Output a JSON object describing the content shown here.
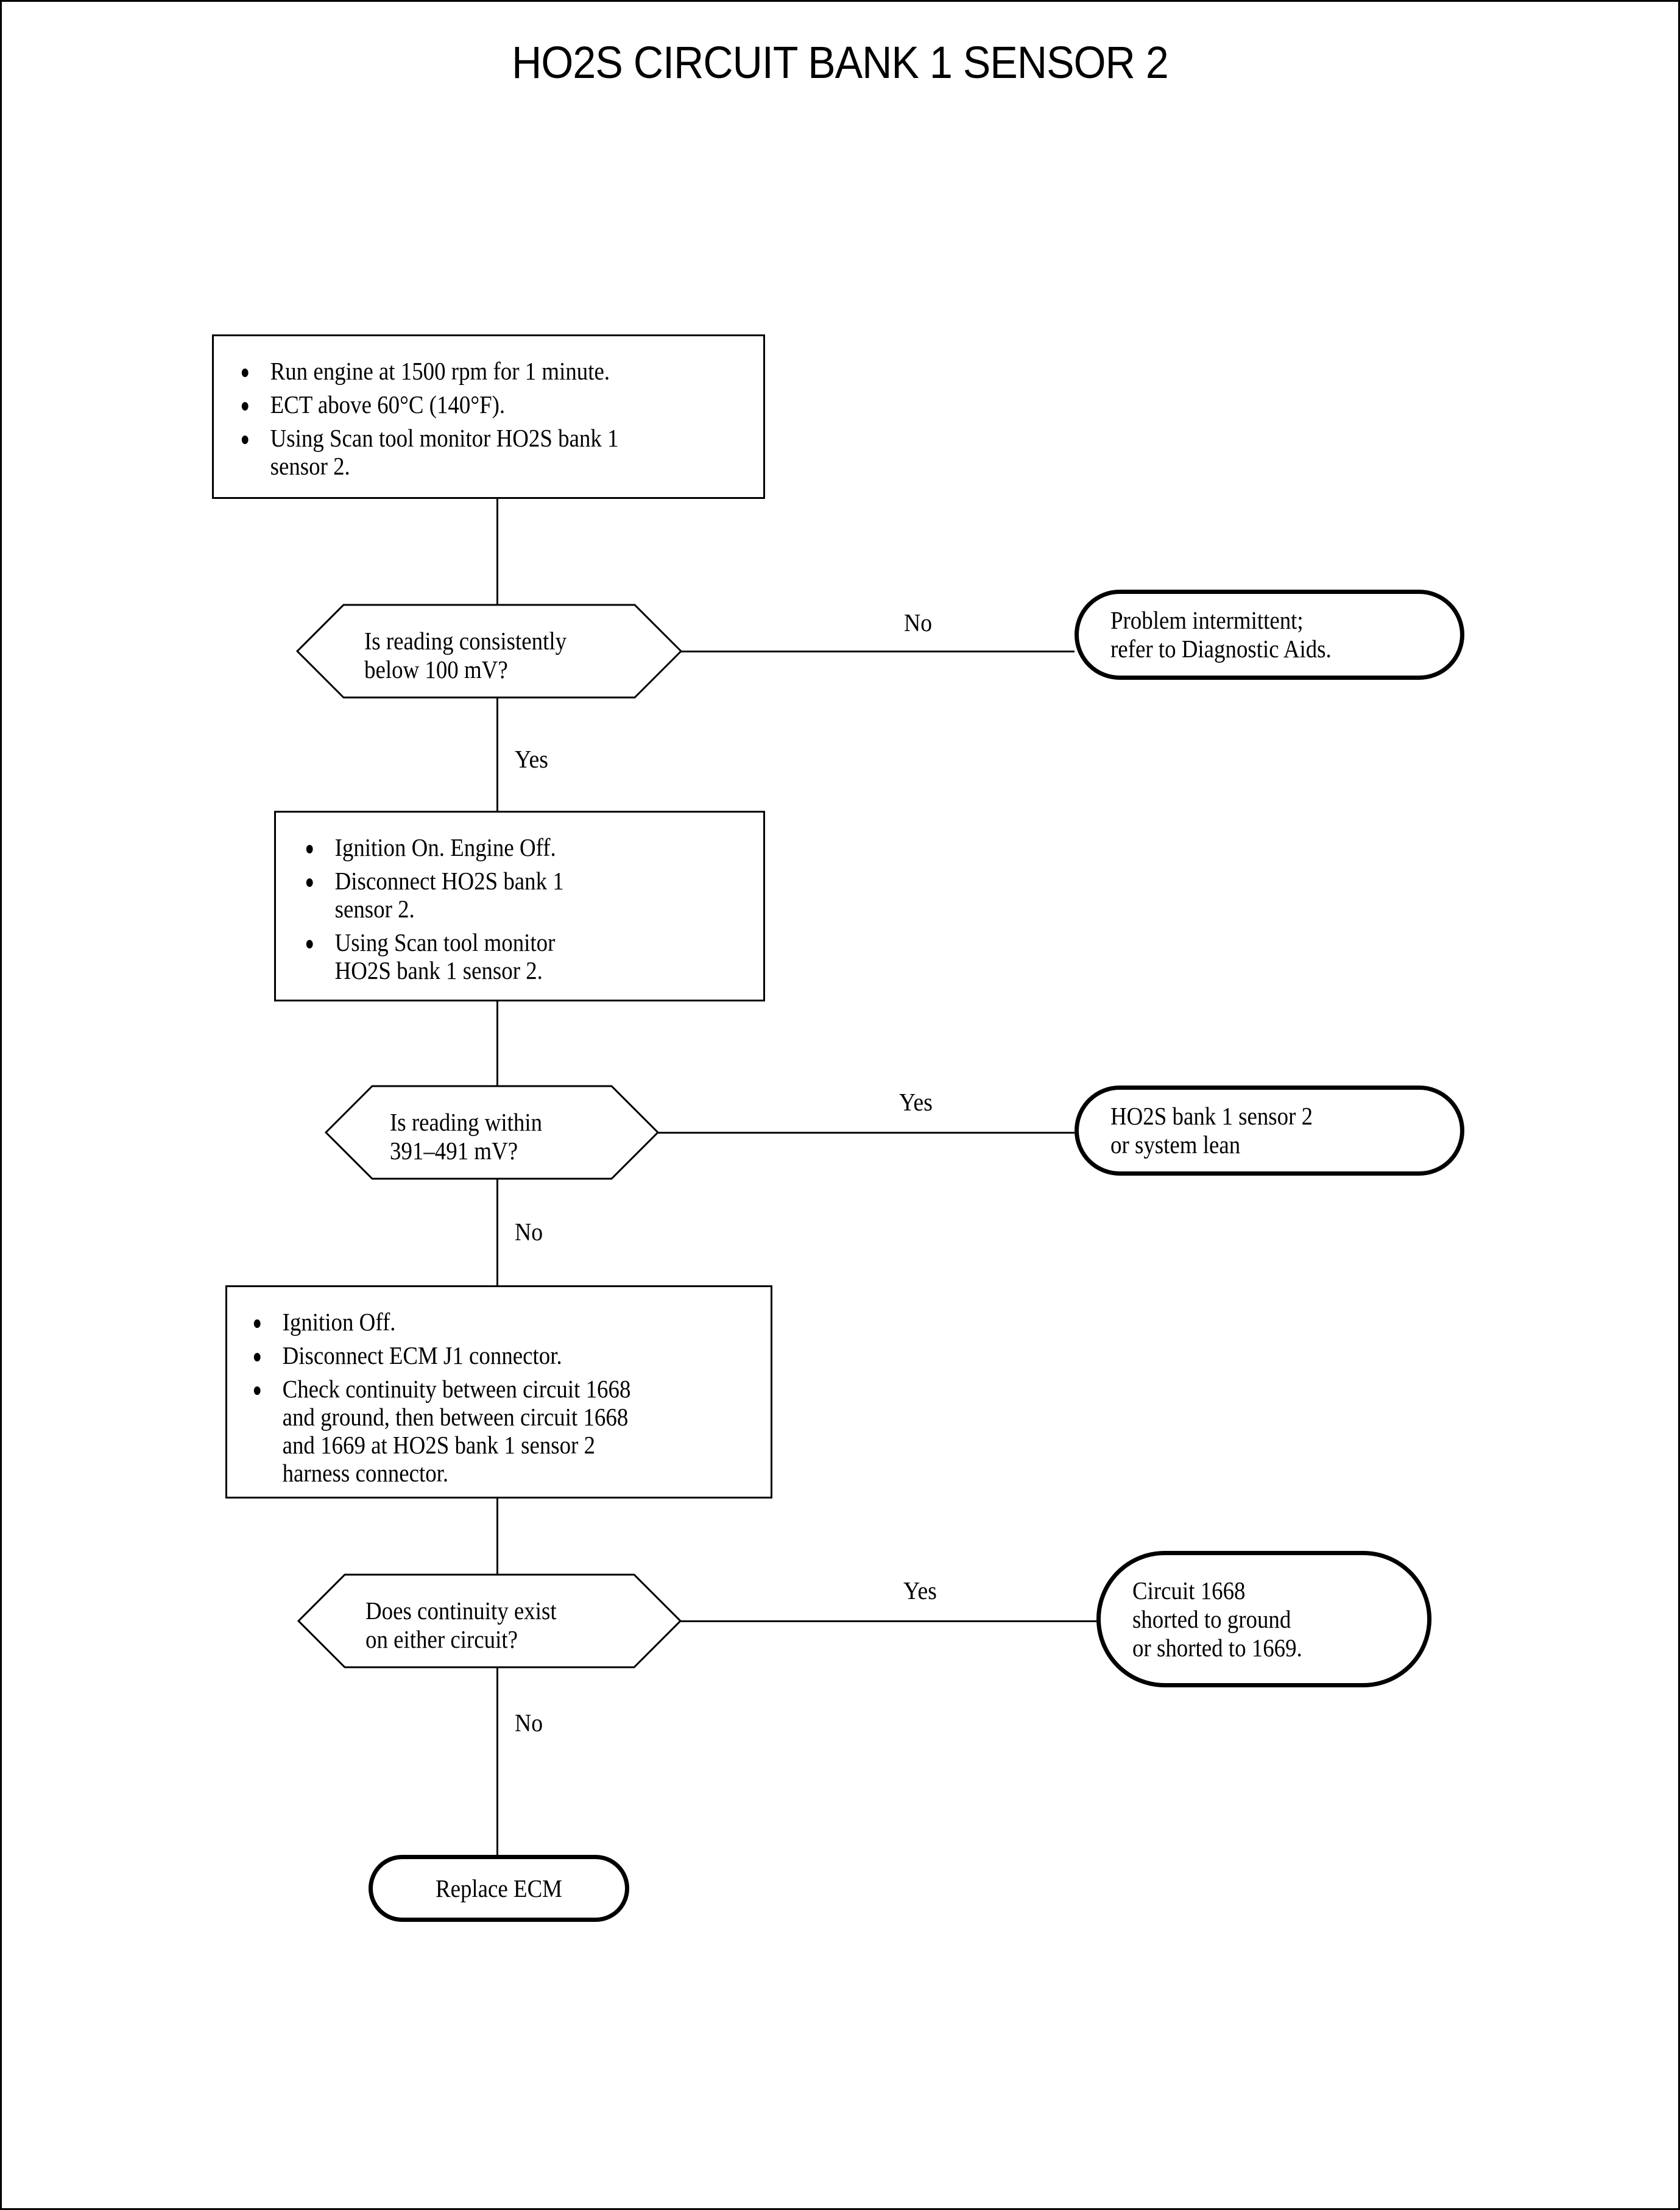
{
  "document": {
    "title": "HO2S CIRCUIT BANK 1 SENSOR 2",
    "type": "diagnostic-flowchart"
  },
  "flow": {
    "steps": [
      {
        "id": "step-1",
        "shape": "process",
        "bullets": [
          "Run engine at 1500 rpm for 1 minute.",
          "ECT above 60°C (140°F).",
          "Using Scan tool monitor HO2S bank 1\nsensor 2."
        ]
      },
      {
        "id": "decision-1",
        "shape": "decision",
        "text": "Is reading consistently\nbelow 100 mV?",
        "yes_label": "Yes",
        "no_label": "No"
      },
      {
        "id": "outcome-1",
        "shape": "terminal",
        "text": "Problem intermittent;\nrefer to Diagnostic Aids."
      },
      {
        "id": "step-2",
        "shape": "process",
        "bullets": [
          "Ignition On. Engine Off.",
          "Disconnect HO2S bank 1\nsensor 2.",
          "Using Scan tool monitor\nHO2S bank 1 sensor 2."
        ]
      },
      {
        "id": "decision-2",
        "shape": "decision",
        "text": "Is reading within\n391–491 mV?",
        "yes_label": "Yes",
        "no_label": "No"
      },
      {
        "id": "outcome-2",
        "shape": "terminal",
        "text": "HO2S bank 1 sensor 2\nor system lean"
      },
      {
        "id": "step-3",
        "shape": "process",
        "bullets": [
          "Ignition Off.",
          "Disconnect ECM J1 connector.",
          "Check continuity between circuit 1668\nand ground, then between circuit 1668\nand 1669 at HO2S bank 1 sensor 2\nharness connector."
        ]
      },
      {
        "id": "decision-3",
        "shape": "decision",
        "text": "Does continuity exist\non either circuit?",
        "yes_label": "Yes",
        "no_label": "No"
      },
      {
        "id": "outcome-3",
        "shape": "terminal",
        "text": "Circuit 1668\nshorted to ground\nor shorted to 1669."
      },
      {
        "id": "outcome-4",
        "shape": "terminal",
        "text": "Replace ECM"
      }
    ]
  },
  "colors": {
    "ink": "#000000",
    "paper": "#ffffff"
  }
}
